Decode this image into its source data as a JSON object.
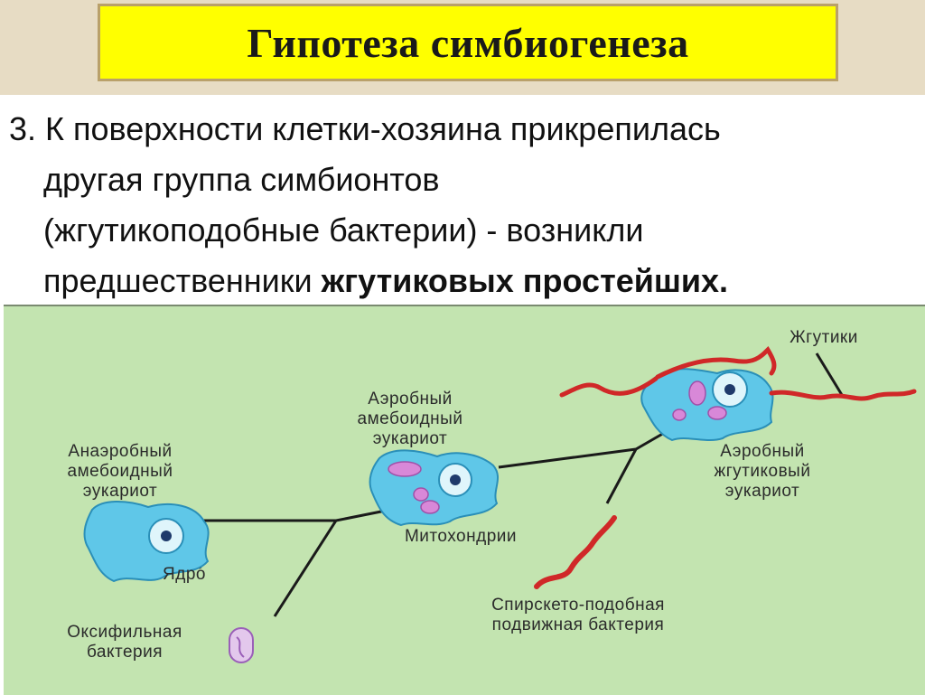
{
  "title": "Гипотеза симбиогенеза",
  "paragraph": {
    "line1": "3. К поверхности клетки-хозяина прикрепилась",
    "line2": "другая группа симбионтов",
    "line3": "(жгутикоподобные бактерии) - возникли",
    "line4_normal": "предшественники ",
    "line4_bold": "жгутиковых простейших."
  },
  "diagram": {
    "anaerobic_label": [
      "Анаэробный",
      "амебоидный",
      "эукариот"
    ],
    "nucleus_label": "Ядро",
    "oxyphilic_label": [
      "Оксифильная",
      "бактерия"
    ],
    "aerobic_amoeboid_label": [
      "Аэробный",
      "амебоидный",
      "эукариот"
    ],
    "mitochondria_label": "Митохондрии",
    "aerobic_flagellate_label": [
      "Аэробный",
      "жгутиковый",
      "эукариот"
    ],
    "flagella_label": "Жгутики",
    "spirochete_label": [
      "Спирскето-подобная",
      "подвижная бактерия"
    ],
    "colors": {
      "background": "#c3e4b0",
      "cell_fill": "#5fc7e8",
      "cell_stroke": "#2a8fb8",
      "mitochondria": "#d888d8",
      "spirochete": "#d02828",
      "lines": "#1a1a1a"
    }
  }
}
